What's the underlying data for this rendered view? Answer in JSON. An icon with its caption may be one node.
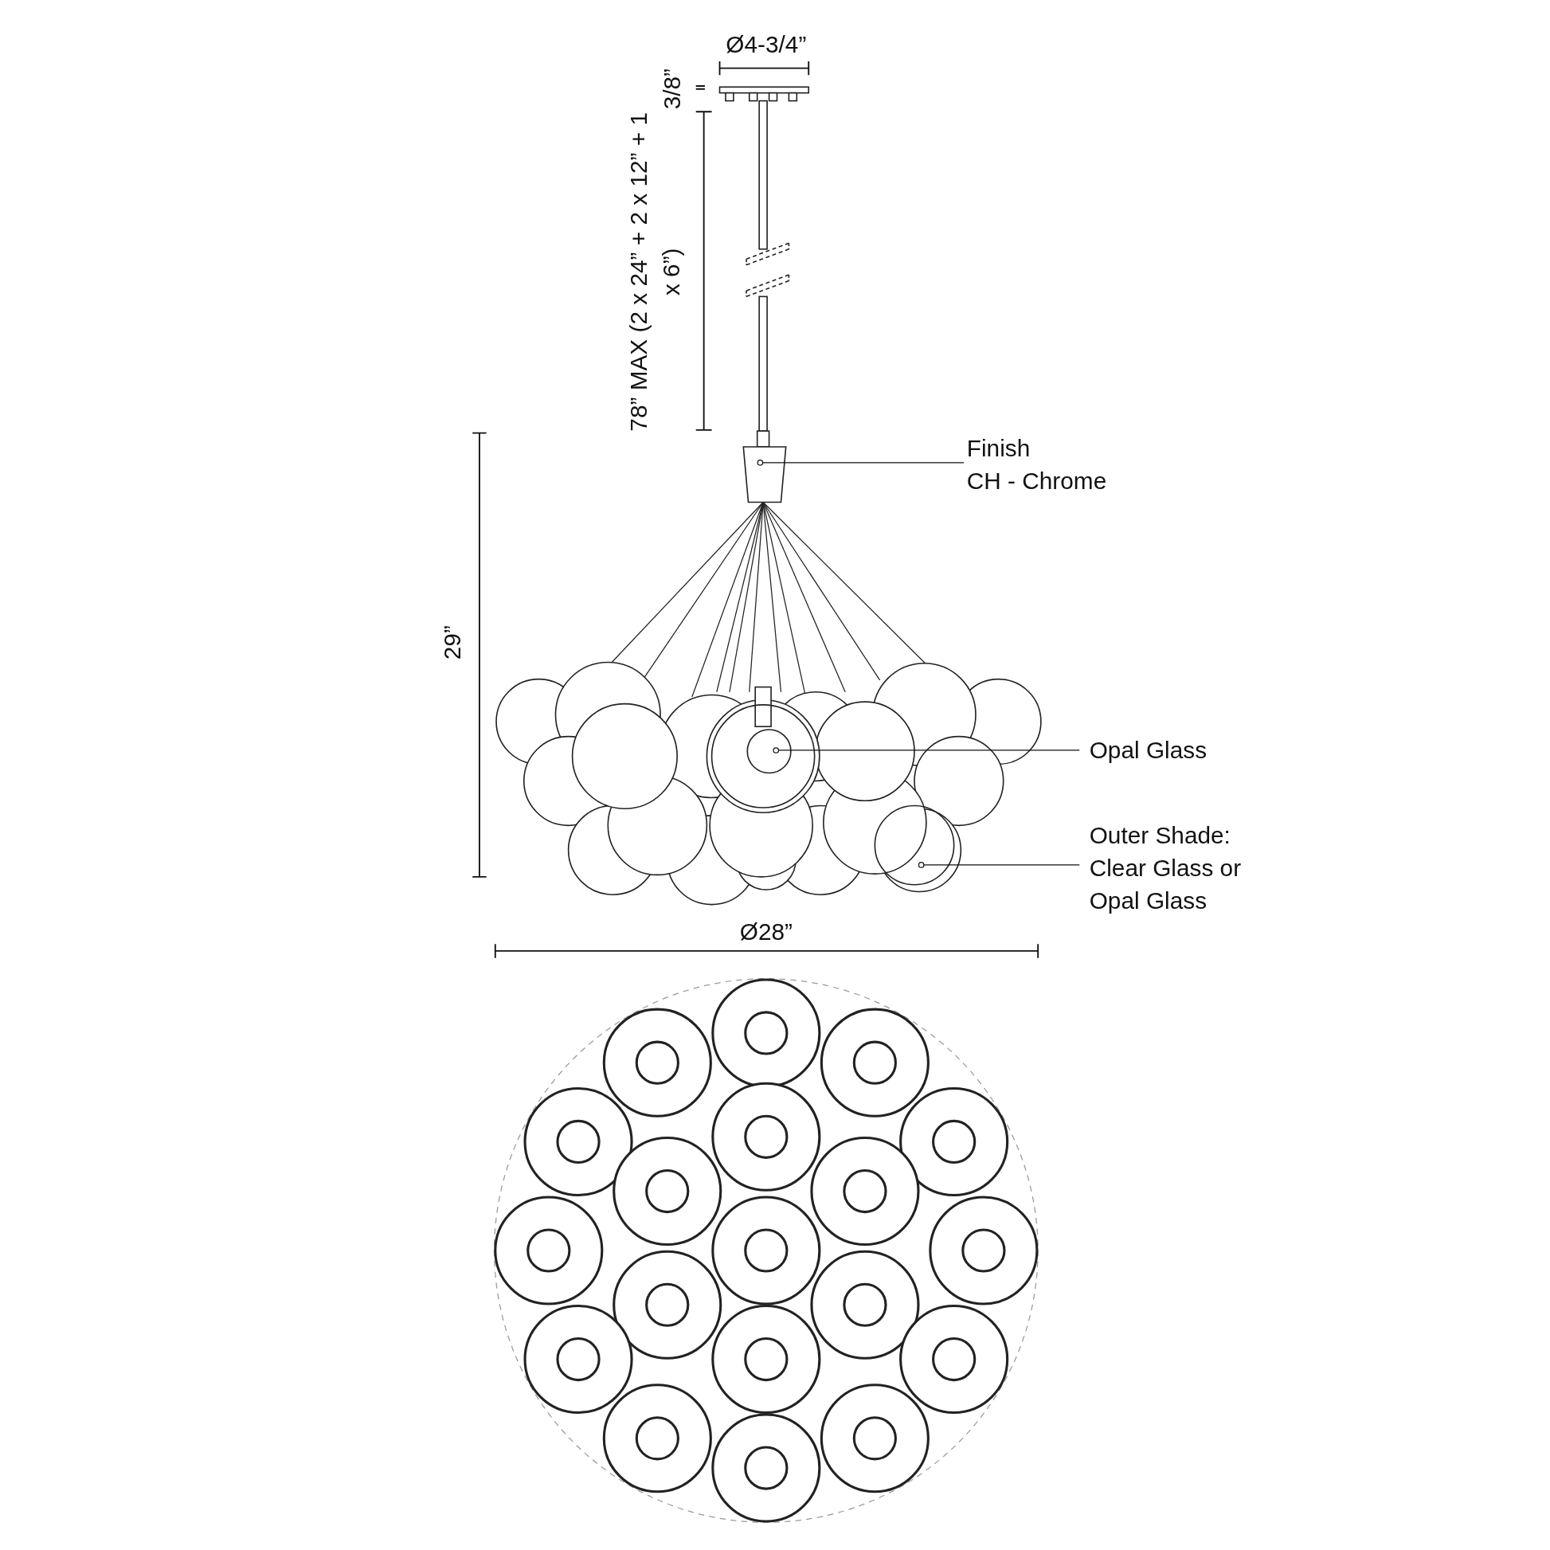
{
  "diagram": {
    "nodes": [
      {
        "text": [
          "Finish",
          "CH - Chrome"
        ]
      },
      {
        "text": [],
        "shape": "picture"
      },
      {
        "text": [
          "Opal Glass"
        ]
      },
      {
        "text": [],
        "shape": "picture"
      },
      {
        "text": [
          "Outer Shade: Clear Glass or Opal Glass"
        ]
      },
      {
        "text": [],
        "shape": "picture"
      }
    ],
    "edges": [
      {
        "from": 0,
        "to": 1,
        "arrow": "other"
      },
      {
        "from": 2,
        "to": 3,
        "arrow": "other"
      },
      {
        "from": 4,
        "to": 5,
        "arrow": "other"
      }
    ],
    "labels": [
      "Ø4-3/4”",
      "3/8”",
      "78” MAX (2 x 24” + 2 x 12” + 1 x 6”)",
      "29”",
      "Ø28”"
    ]
  }
}
